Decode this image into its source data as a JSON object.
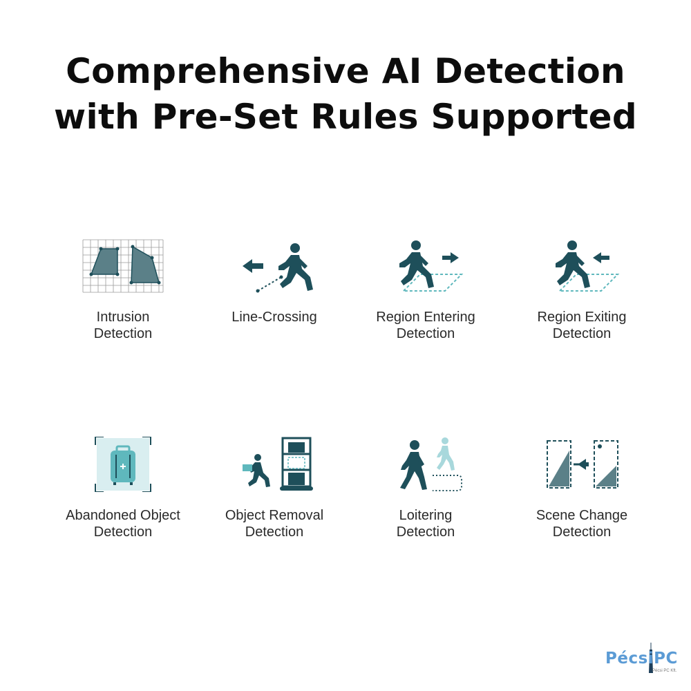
{
  "title": {
    "line1": "Comprehensive AI Detection",
    "line2": "with Pre-Set Rules Supported"
  },
  "colors": {
    "icon_primary": "#1e4f5a",
    "icon_fill": "#5b8088",
    "icon_accent": "#5fb8bd",
    "icon_light": "#d9eef0",
    "grid": "#8a8a8a"
  },
  "features": [
    {
      "icon": "intrusion-icon",
      "line1": "Intrusion",
      "line2": "Detection"
    },
    {
      "icon": "line-crossing-icon",
      "line1": "Line-Crossing",
      "line2": ""
    },
    {
      "icon": "region-entering-icon",
      "line1": "Region Entering",
      "line2": "Detection"
    },
    {
      "icon": "region-exiting-icon",
      "line1": "Region Exiting",
      "line2": "Detection"
    },
    {
      "icon": "abandoned-object-icon",
      "line1": "Abandoned Object",
      "line2": "Detection"
    },
    {
      "icon": "object-removal-icon",
      "line1": "Object Removal",
      "line2": "Detection"
    },
    {
      "icon": "loitering-icon",
      "line1": "Loitering",
      "line2": "Detection"
    },
    {
      "icon": "scene-change-icon",
      "line1": "Scene Change",
      "line2": "Detection"
    }
  ],
  "logo": {
    "text": "PécsiPC",
    "subtext": "Pécsi PC Kft."
  }
}
